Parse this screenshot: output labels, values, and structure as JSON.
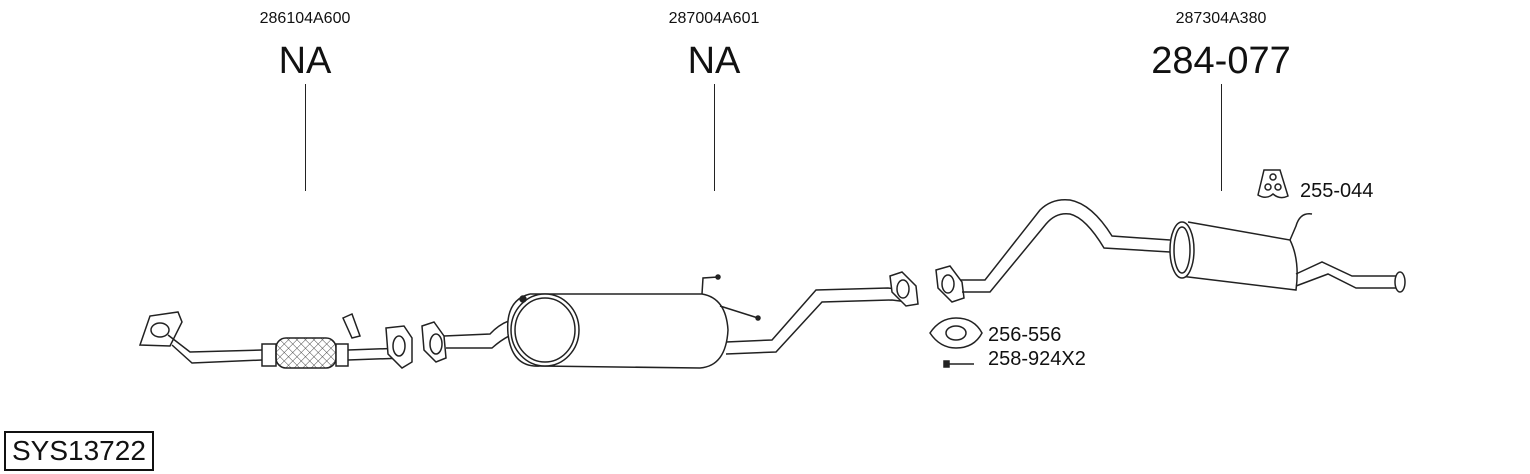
{
  "sections": [
    {
      "oem": "286104A600",
      "part": "NA"
    },
    {
      "oem": "287004A601",
      "part": "NA"
    },
    {
      "oem": "287304A380",
      "part": "284-077"
    }
  ],
  "accessories": [
    {
      "part": "255-044",
      "icon": "rubber-hanger-icon"
    },
    {
      "part": "256-556",
      "icon": "gasket-icon"
    },
    {
      "part": "258-924X2",
      "icon": "bolt-icon"
    }
  ],
  "system_code": "SYS13722"
}
